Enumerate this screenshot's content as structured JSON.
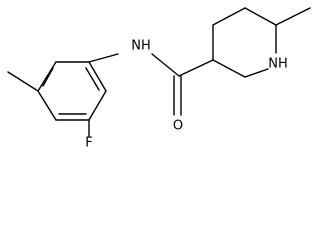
{
  "molecule": {
    "atoms": {
      "nh_amide": "NH",
      "o_carbonyl": "O",
      "nh_ring": "NH",
      "f": "F"
    },
    "line_color": "#000000",
    "label_color": "#000000",
    "background": "#ffffff"
  }
}
